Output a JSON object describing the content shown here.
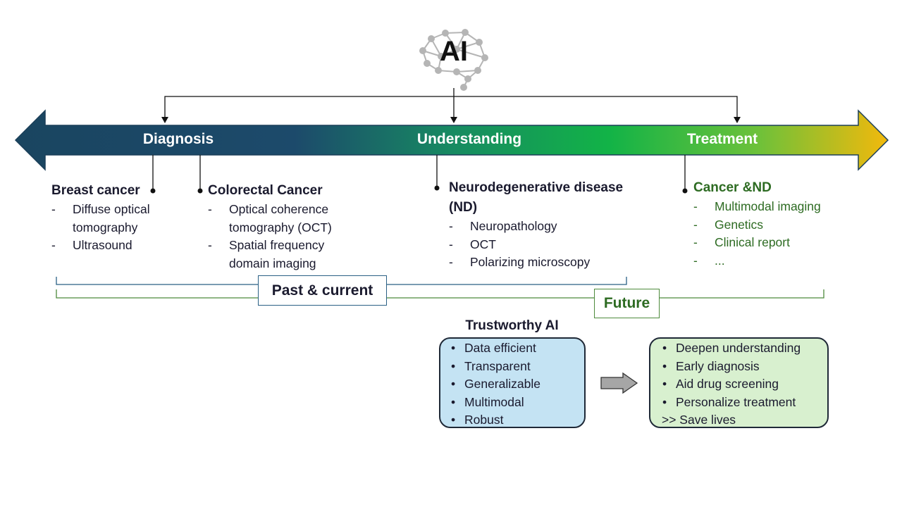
{
  "ai_label": "AI",
  "stages": {
    "diagnosis": "Diagnosis",
    "understanding": "Understanding",
    "treatment": "Treatment"
  },
  "groups": {
    "breast": {
      "heading": "Breast cancer",
      "items": [
        "Diffuse optical tomography",
        "Ultrasound"
      ]
    },
    "colorectal": {
      "heading": "Colorectal Cancer",
      "items": [
        "Optical coherence tomography (OCT)",
        "Spatial frequency domain imaging"
      ]
    },
    "neuro": {
      "heading": "Neurodegenerative disease (ND)",
      "items": [
        "Neuropathology",
        "OCT",
        "Polarizing microscopy"
      ]
    },
    "cancer_nd": {
      "heading": "Cancer &ND",
      "items": [
        "Multimodal imaging",
        "Genetics",
        "Clinical report",
        "..."
      ]
    }
  },
  "periods": {
    "past": "Past & current",
    "future": "Future"
  },
  "trustworthy": {
    "title": "Trustworthy AI",
    "items": [
      "Data efficient",
      "Transparent",
      "Generalizable",
      "Multimodal",
      "Robust"
    ]
  },
  "outcomes": {
    "items": [
      "Deepen understanding",
      "Early diagnosis",
      "Aid drug screening",
      "Personalize treatment"
    ],
    "final": ">> Save lives"
  },
  "colors": {
    "arrow_start": "#1c4a6b",
    "arrow_mid": "#12b347",
    "arrow_end": "#f2b90c",
    "trust_box": "#c4e3f3",
    "outcome_box": "#d8f0cf",
    "past_bracket": "#2a6085",
    "future_bracket": "#4e8a3c"
  }
}
